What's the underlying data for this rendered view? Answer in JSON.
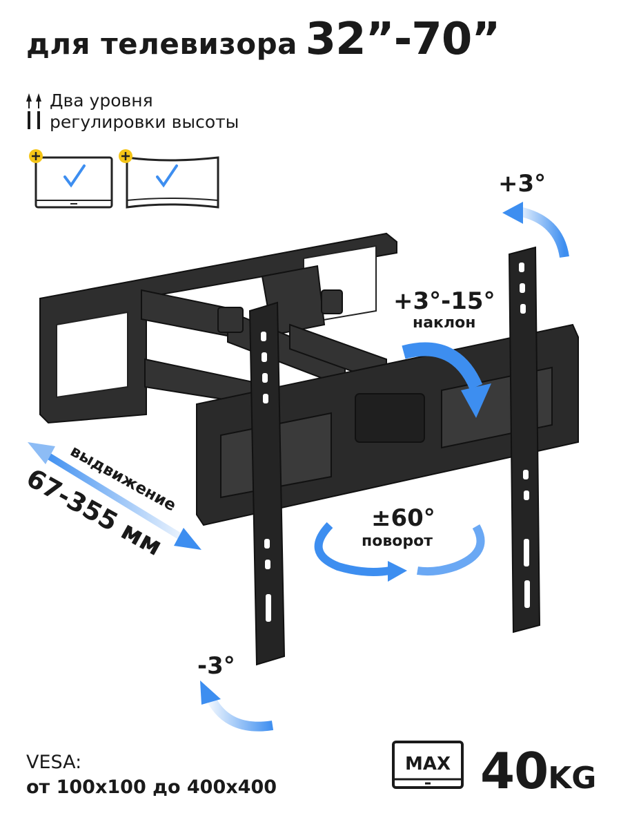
{
  "title": {
    "prefix": "для телевизора",
    "size_range": "32”-70”"
  },
  "height_feature": {
    "line1": "Два уровня",
    "line2": "регулировки высоты"
  },
  "screen_icons": [
    "flat-screen-icon",
    "curved-screen-icon"
  ],
  "adjustments": {
    "tilt_up": "+3°",
    "tilt_range": "+3°-15°",
    "tilt_label": "наклон",
    "swivel_range": "±60°",
    "swivel_label": "поворот",
    "tilt_down": "-3°",
    "extension_label": "выдвижение",
    "extension_range": "67-355 мм"
  },
  "vesa": {
    "label": "VESA:",
    "range": "от 100x100 до 400x400"
  },
  "max_load": {
    "badge": "MAX",
    "value": "40",
    "unit": "KG"
  },
  "colors": {
    "accent_blue": "#3d8ef0",
    "plus_badge": "#f5c517",
    "bracket": "#2b2b2b",
    "text": "#1a1a1a"
  }
}
